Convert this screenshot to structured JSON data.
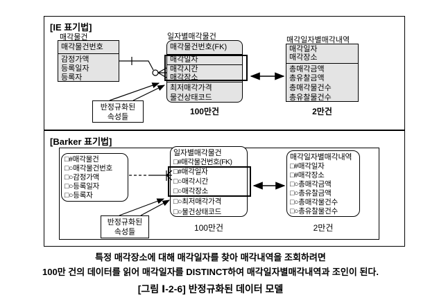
{
  "ie": {
    "label": "[IE 표기법]",
    "e1": {
      "title": "매각물건",
      "key": "매각물건번호",
      "rows": [
        "감정가액",
        "등록일자",
        "등록자"
      ]
    },
    "e2": {
      "title": "일자별매각물건",
      "rows": [
        "매각물건번호(FK)",
        "매각일자",
        "매각시간",
        "매각장소",
        "최저매각가격",
        "물건상태코드"
      ],
      "count": "100만건"
    },
    "e3": {
      "title": "매각일자별매각내역",
      "keys": [
        "매각일자",
        "매각장소"
      ],
      "rows": [
        "총매각금액",
        "총유찰금액",
        "총매각물건수",
        "총유찰물건수"
      ],
      "count": "2만건"
    },
    "callout": [
      "반정규화된",
      "속성들"
    ]
  },
  "barker": {
    "label": "[Barker 표기법]",
    "e1": {
      "rows": [
        "□#매각물건",
        "□○매각물건번호",
        "□○감정가액",
        "□○등록일자",
        "□○등록자"
      ]
    },
    "e2": {
      "title": "일자별매각물건",
      "rows": [
        "□#매각물건번호(FK)",
        "□#매각일자",
        "□○매각시간",
        "□○매각장소",
        "□○최저매각가격",
        "□○물건상태코드"
      ],
      "count": "100만건"
    },
    "e3": {
      "title": "매각일자별매각내역",
      "rows": [
        "□#매각일자",
        "□#매각장소",
        "□○총매각금액",
        "□○총유찰금액",
        "□○총매각물건수",
        "□○총유찰물건수"
      ],
      "count": "2만건"
    },
    "callout": [
      "반정규화된",
      "속성들"
    ]
  },
  "caption": {
    "line1": "특정 매각장소에 대해 매각일자를 찾아 매각내역을 조회하려면",
    "line2": "100만 건의 데이터를 읽어 매각일자를 DISTINCT하여 매각일자별매각내역과 조인이 된다.",
    "figure": "[그림 Ⅰ-2-6] 반정규화된 데이터 모델"
  },
  "colors": {
    "background": "#ffffff",
    "entity_fill": "#e4e4e4",
    "line": "#000000"
  }
}
